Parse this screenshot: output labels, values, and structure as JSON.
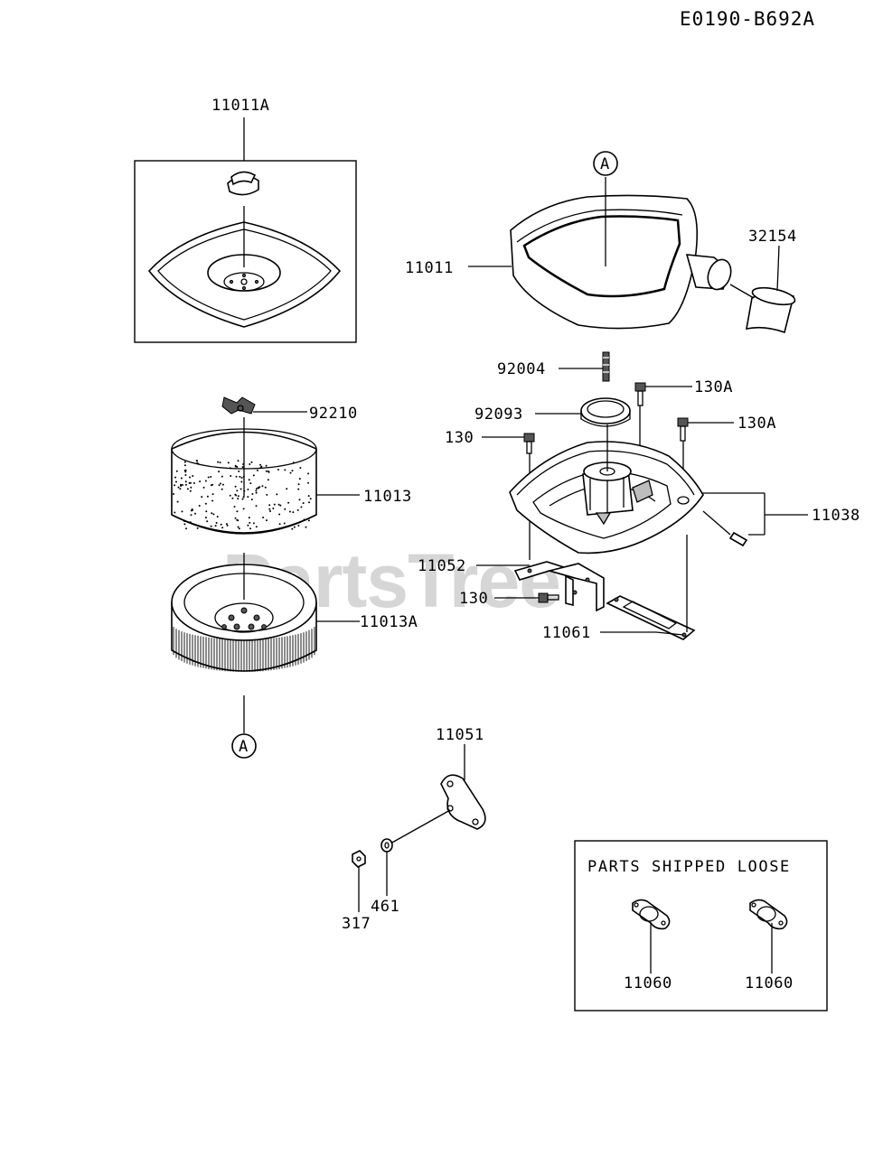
{
  "diagram_code": "E0190-B692A",
  "watermark": "PartsTree",
  "loose_box_title": "PARTS SHIPPED LOOSE",
  "callout_letter": "A",
  "labels": {
    "p11011A": "11011A",
    "p11011": "11011",
    "p32154": "32154",
    "p92004": "92004",
    "p130A_1": "130A",
    "p92093": "92093",
    "p130A_2": "130A",
    "p130_1": "130",
    "p92210": "92210",
    "p11013": "11013",
    "p11038": "11038",
    "p11052": "11052",
    "p130_2": "130",
    "p11013A": "11013A",
    "p11061": "11061",
    "p11051": "11051",
    "p461": "461",
    "p317": "317",
    "p11060_1": "11060",
    "p11060_2": "11060"
  }
}
